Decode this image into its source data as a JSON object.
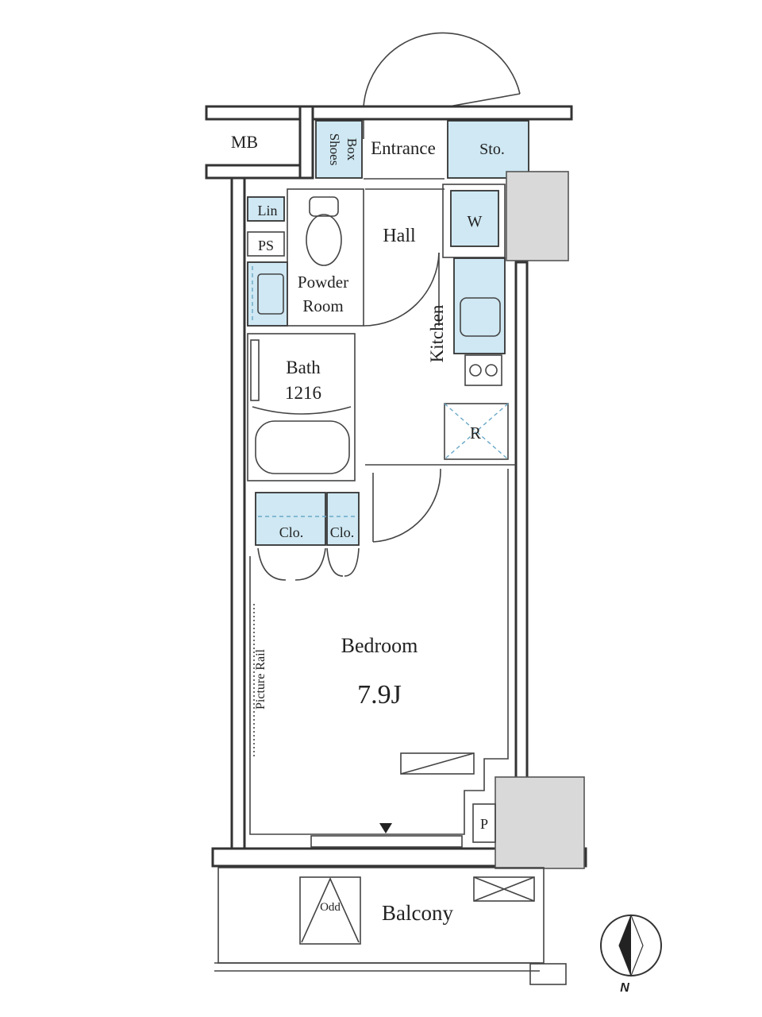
{
  "rooms": {
    "mb": "MB",
    "shoes_box_1": "Shoes",
    "shoes_box_2": "Box",
    "entrance": "Entrance",
    "storage": "Sto.",
    "linen": "Lin",
    "ps": "PS",
    "hall": "Hall",
    "washer": "W",
    "powder_room_1": "Powder",
    "powder_room_2": "Room",
    "kitchen": "Kitchen",
    "bath_1": "Bath",
    "bath_2": "1216",
    "refrigerator": "R",
    "closet_1": "Clo.",
    "closet_2": "Clo.",
    "picture_rail": "Picture Rail",
    "bedroom": "Bedroom",
    "bedroom_size": "7.9J",
    "pipe_space": "P",
    "odd": "Odd",
    "balcony": "Balcony"
  },
  "compass": {
    "label": "N",
    "icon": "north-arrow-icon"
  },
  "colors": {
    "storage_fill": "#cfe8f3",
    "wall": "#333333",
    "column": "#d9d9d9"
  }
}
